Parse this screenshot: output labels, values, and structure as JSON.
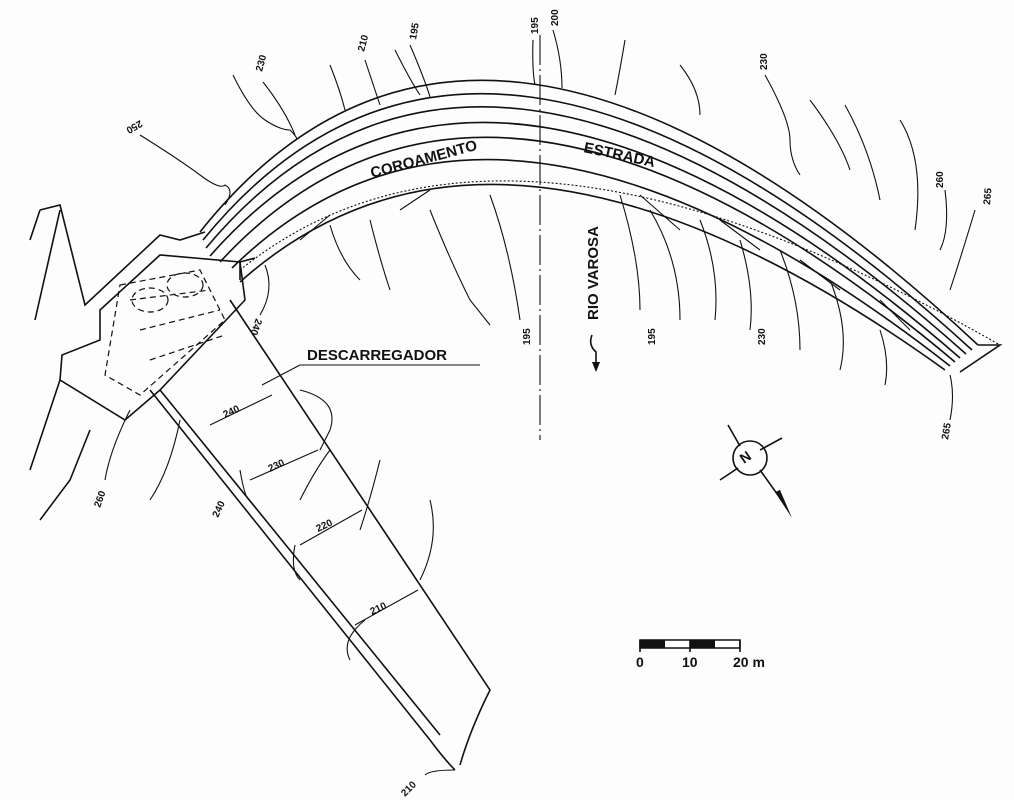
{
  "labels": {
    "crest": "COROAMENTO",
    "road": "ESTRADA",
    "river": "RIO VAROSA",
    "spillway": "DESCARREGADOR"
  },
  "contours": {
    "c250": "250",
    "c230a": "230",
    "c210a": "210",
    "c195a": "195",
    "c195b": "195",
    "c200": "200",
    "c230b": "230",
    "c260a": "260",
    "c265a": "265",
    "c240a": "240",
    "c195c": "195",
    "c195d": "195",
    "c230c": "230",
    "c265b": "265",
    "c260b": "260",
    "c240b": "240",
    "c210b": "210"
  },
  "spillway_levels": [
    "240",
    "230",
    "220",
    "210"
  ],
  "north": "N",
  "scale": {
    "zero": "0",
    "mid": "10",
    "end": "20 m"
  }
}
